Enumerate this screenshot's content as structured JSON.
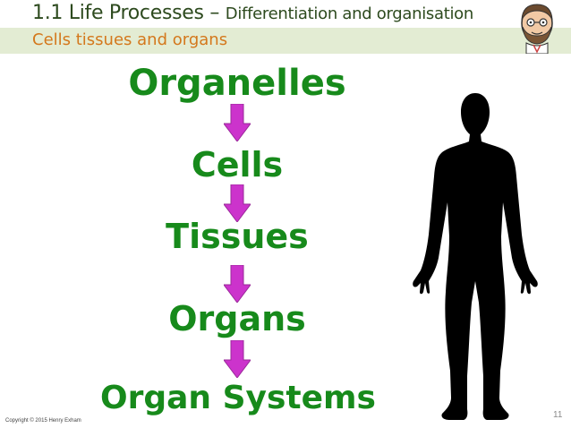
{
  "header": {
    "title_main": "1.1 Life Processes – ",
    "title_rest": "Differentiation and organisation",
    "subtitle": "Cells tissues and organs"
  },
  "hierarchy": [
    "Organelles",
    "Cells",
    "Tissues",
    "Organs",
    "Organ Systems"
  ],
  "footer": {
    "copyright": "Copyright © 2015 Henry Exham",
    "page_number": "11"
  },
  "colors": {
    "step_text": "#178a1b",
    "arrow": "#cc33cc",
    "subtitle": "#d4781c",
    "header_band": "#e3ecd3"
  },
  "icons": {
    "avatar": "teacher-avatar-icon",
    "arrow": "arrow-down-icon",
    "figure": "human-silhouette-icon"
  }
}
